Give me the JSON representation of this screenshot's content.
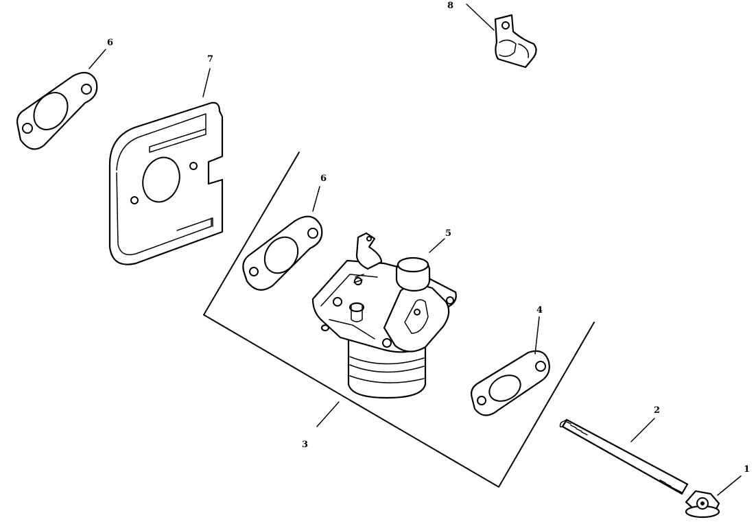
{
  "callouts": {
    "c1": "1",
    "c2": "2",
    "c3": "3",
    "c4": "4",
    "c5": "5",
    "c6a": "6",
    "c6b": "6",
    "c7": "7",
    "c8": "8"
  },
  "colors": {
    "line": "#000000",
    "background": "#ffffff"
  }
}
